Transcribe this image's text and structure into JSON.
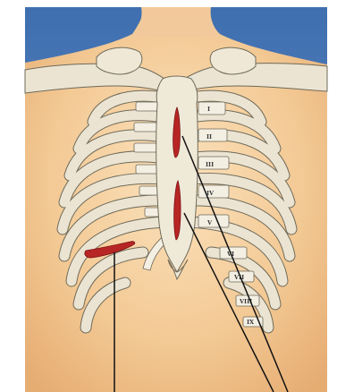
{
  "figure": {
    "title": "",
    "kind": "anatomical illustration",
    "subject": "anterior thoracic cage with sternum and rib cage",
    "rib_labels": [
      "I",
      "II",
      "III",
      "IV",
      "V",
      "VI",
      "VII",
      "VIII",
      "IX"
    ],
    "markings": [
      {
        "name": "upper-sternal-incision"
      },
      {
        "name": "lower-sternal-incision"
      },
      {
        "name": "subcostal-incision"
      }
    ],
    "colors": {
      "background": "#4d79b8",
      "skin": "#f1c48f",
      "bone": "#e8e1cf",
      "bone_outline": "#6f6a5a",
      "incision": "#b82525",
      "leader_line": "#111111"
    }
  }
}
